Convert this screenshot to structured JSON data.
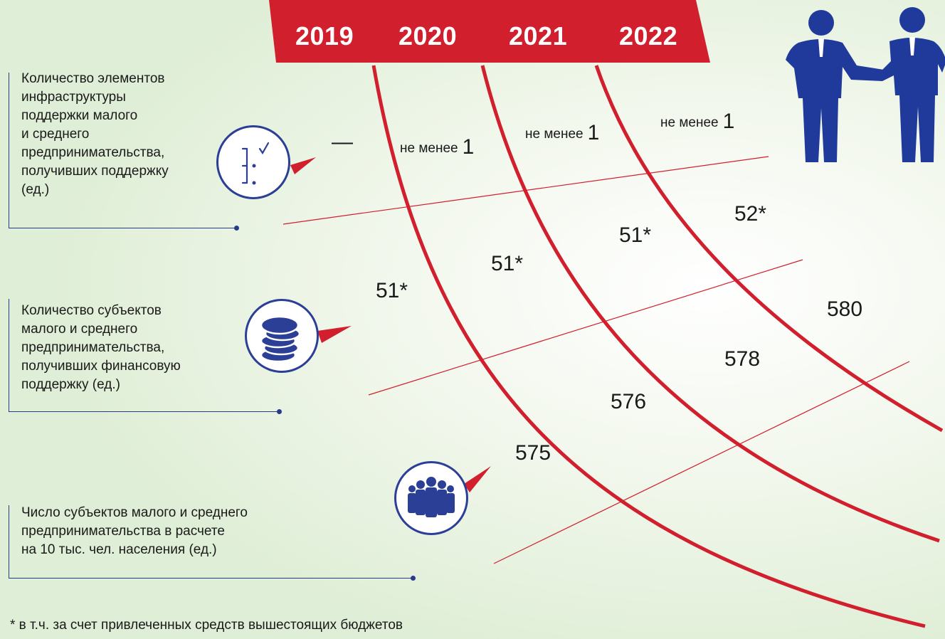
{
  "years": [
    "2019",
    "2020",
    "2021",
    "2022"
  ],
  "metrics": [
    {
      "label": "Количество элементов инфраструктуры поддержки малого и среднего предпринимательства, получивших поддержку (ед.)",
      "label_lines": [
        "Количество элементов",
        "инфраструктуры",
        "поддержки малого",
        "и среднего",
        "предпринимательства,",
        "получивших поддержку",
        "(ед.)"
      ],
      "icon": "checklist-icon",
      "values": [
        "—",
        "не менее 1",
        "не менее 1",
        "не менее 1"
      ],
      "value_prefix": "не менее",
      "value_number": "1"
    },
    {
      "label": "Количество субъектов малого и среднего предпринимательства, получивших финансовую поддержку (ед.)",
      "label_lines": [
        "Количество субъектов",
        "малого и среднего",
        "предпринимательства,",
        "получивших финансовую",
        "поддержку (ед.)"
      ],
      "icon": "coins-icon",
      "values": [
        "51*",
        "51*",
        "51*",
        "52*"
      ]
    },
    {
      "label": "Число субъектов малого и среднего предпринимательства в расчете на 10 тыс. чел. населения (ед.)",
      "label_lines": [
        "Число субъектов малого и среднего",
        "предпринимательства в расчете",
        "на 10 тыс. чел. населения (ед.)"
      ],
      "icon": "people-group-icon",
      "values": [
        "575",
        "576",
        "578",
        "580"
      ]
    }
  ],
  "footnote": "* в т.ч. за счет привлеченных средств вышестоящих бюджетов",
  "colors": {
    "accent_red": "#d11f2e",
    "icon_blue": "#2b3f96",
    "figure_blue": "#1f3a9a"
  },
  "decor_icons": [
    "handshake-businessmen-icon"
  ]
}
